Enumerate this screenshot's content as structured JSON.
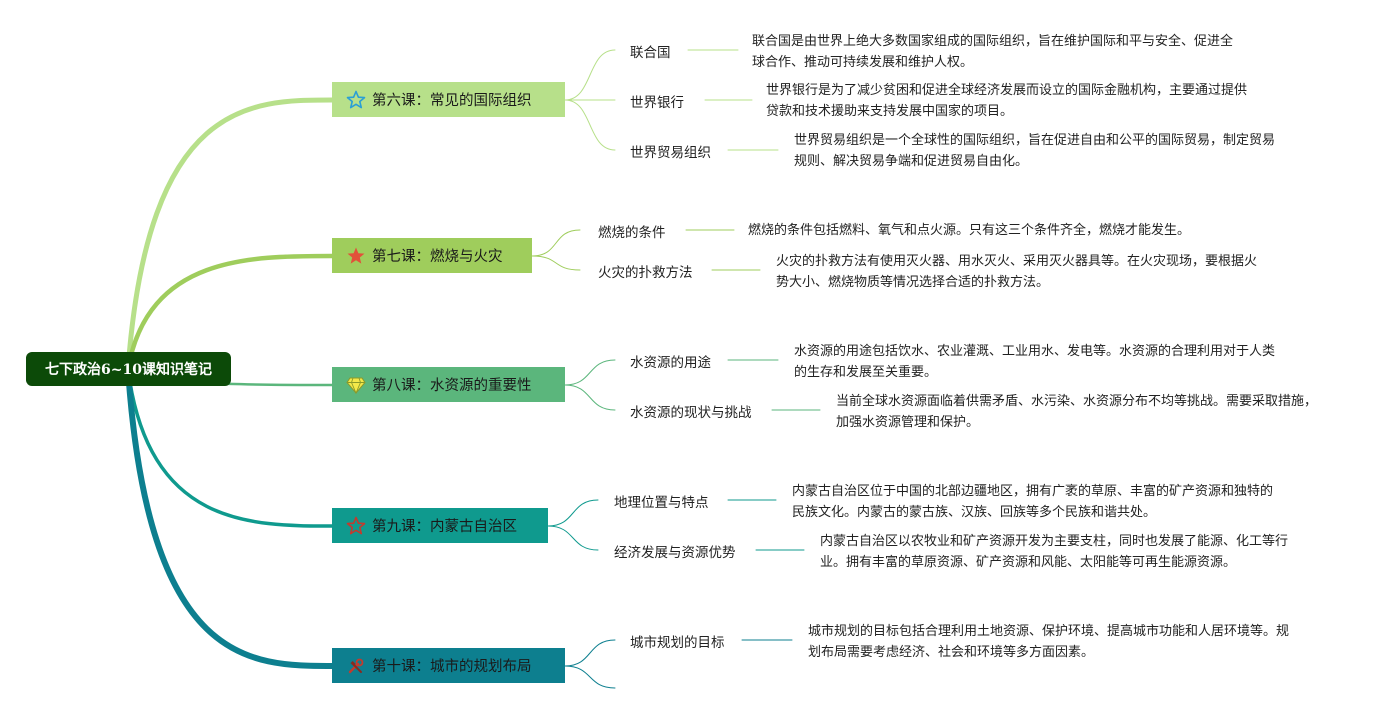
{
  "root": {
    "label": "七下政治6~10课知识笔记"
  },
  "lessons": [
    {
      "label": "第六课：常见的国际组织",
      "icon": "star-outline-icon",
      "color": "#b7e08a",
      "topics": [
        {
          "label": "联合国",
          "text": "联合国是由世界上绝大多数国家组成的国际组织，旨在维护国际和平与安全、促进全球合作、推动可持续发展和维护人权。"
        },
        {
          "label": "世界银行",
          "text": "世界银行是为了减少贫困和促进全球经济发展而设立的国际金融机构，主要通过提供贷款和技术援助来支持发展中国家的项目。"
        },
        {
          "label": "世界贸易组织",
          "text": "世界贸易组织是一个全球性的国际组织，旨在促进自由和公平的国际贸易，制定贸易规则、解决贸易争端和促进贸易自由化。"
        }
      ]
    },
    {
      "label": "第七课：燃烧与火灾",
      "icon": "star-filled-icon",
      "color": "#9fcd5c",
      "topics": [
        {
          "label": "燃烧的条件",
          "text": "燃烧的条件包括燃料、氧气和点火源。只有这三个条件齐全，燃烧才能发生。"
        },
        {
          "label": "火灾的扑救方法",
          "text": "火灾的扑救方法有使用灭火器、用水灭火、采用灭火器具等。在火灾现场，要根据火势大小、燃烧物质等情况选择合适的扑救方法。"
        }
      ]
    },
    {
      "label": "第八课：水资源的重要性",
      "icon": "diamond-icon",
      "color": "#5bb67c",
      "topics": [
        {
          "label": "水资源的用途",
          "text": "水资源的用途包括饮水、农业灌溉、工业用水、发电等。水资源的合理利用对于人类的生存和发展至关重要。"
        },
        {
          "label": "水资源的现状与挑战",
          "text": "当前全球水资源面临着供需矛盾、水污染、水资源分布不均等挑战。需要采取措施，加强水资源管理和保护。"
        }
      ]
    },
    {
      "label": "第九课：内蒙古自治区",
      "icon": "star-outline-red-icon",
      "color": "#0f9a8e",
      "topics": [
        {
          "label": "地理位置与特点",
          "text": "内蒙古自治区位于中国的北部边疆地区，拥有广袤的草原、丰富的矿产资源和独特的民族文化。内蒙古的蒙古族、汉族、回族等多个民族和谐共处。"
        },
        {
          "label": "经济发展与资源优势",
          "text": "内蒙古自治区以农牧业和矿产资源开发为主要支柱，同时也发展了能源、化工等行业。拥有丰富的草原资源、矿产资源和风能、太阳能等可再生能源资源。"
        }
      ]
    },
    {
      "label": "第十课：城市的规划布局",
      "icon": "tools-icon",
      "color": "#0d7f8f",
      "topics": [
        {
          "label": "城市规划的目标",
          "text": "城市规划的目标包括合理利用土地资源、保护环境、提高城市功能和人居环境等。规划布局需要考虑经济、社会和环境等多方面因素。"
        }
      ]
    }
  ]
}
